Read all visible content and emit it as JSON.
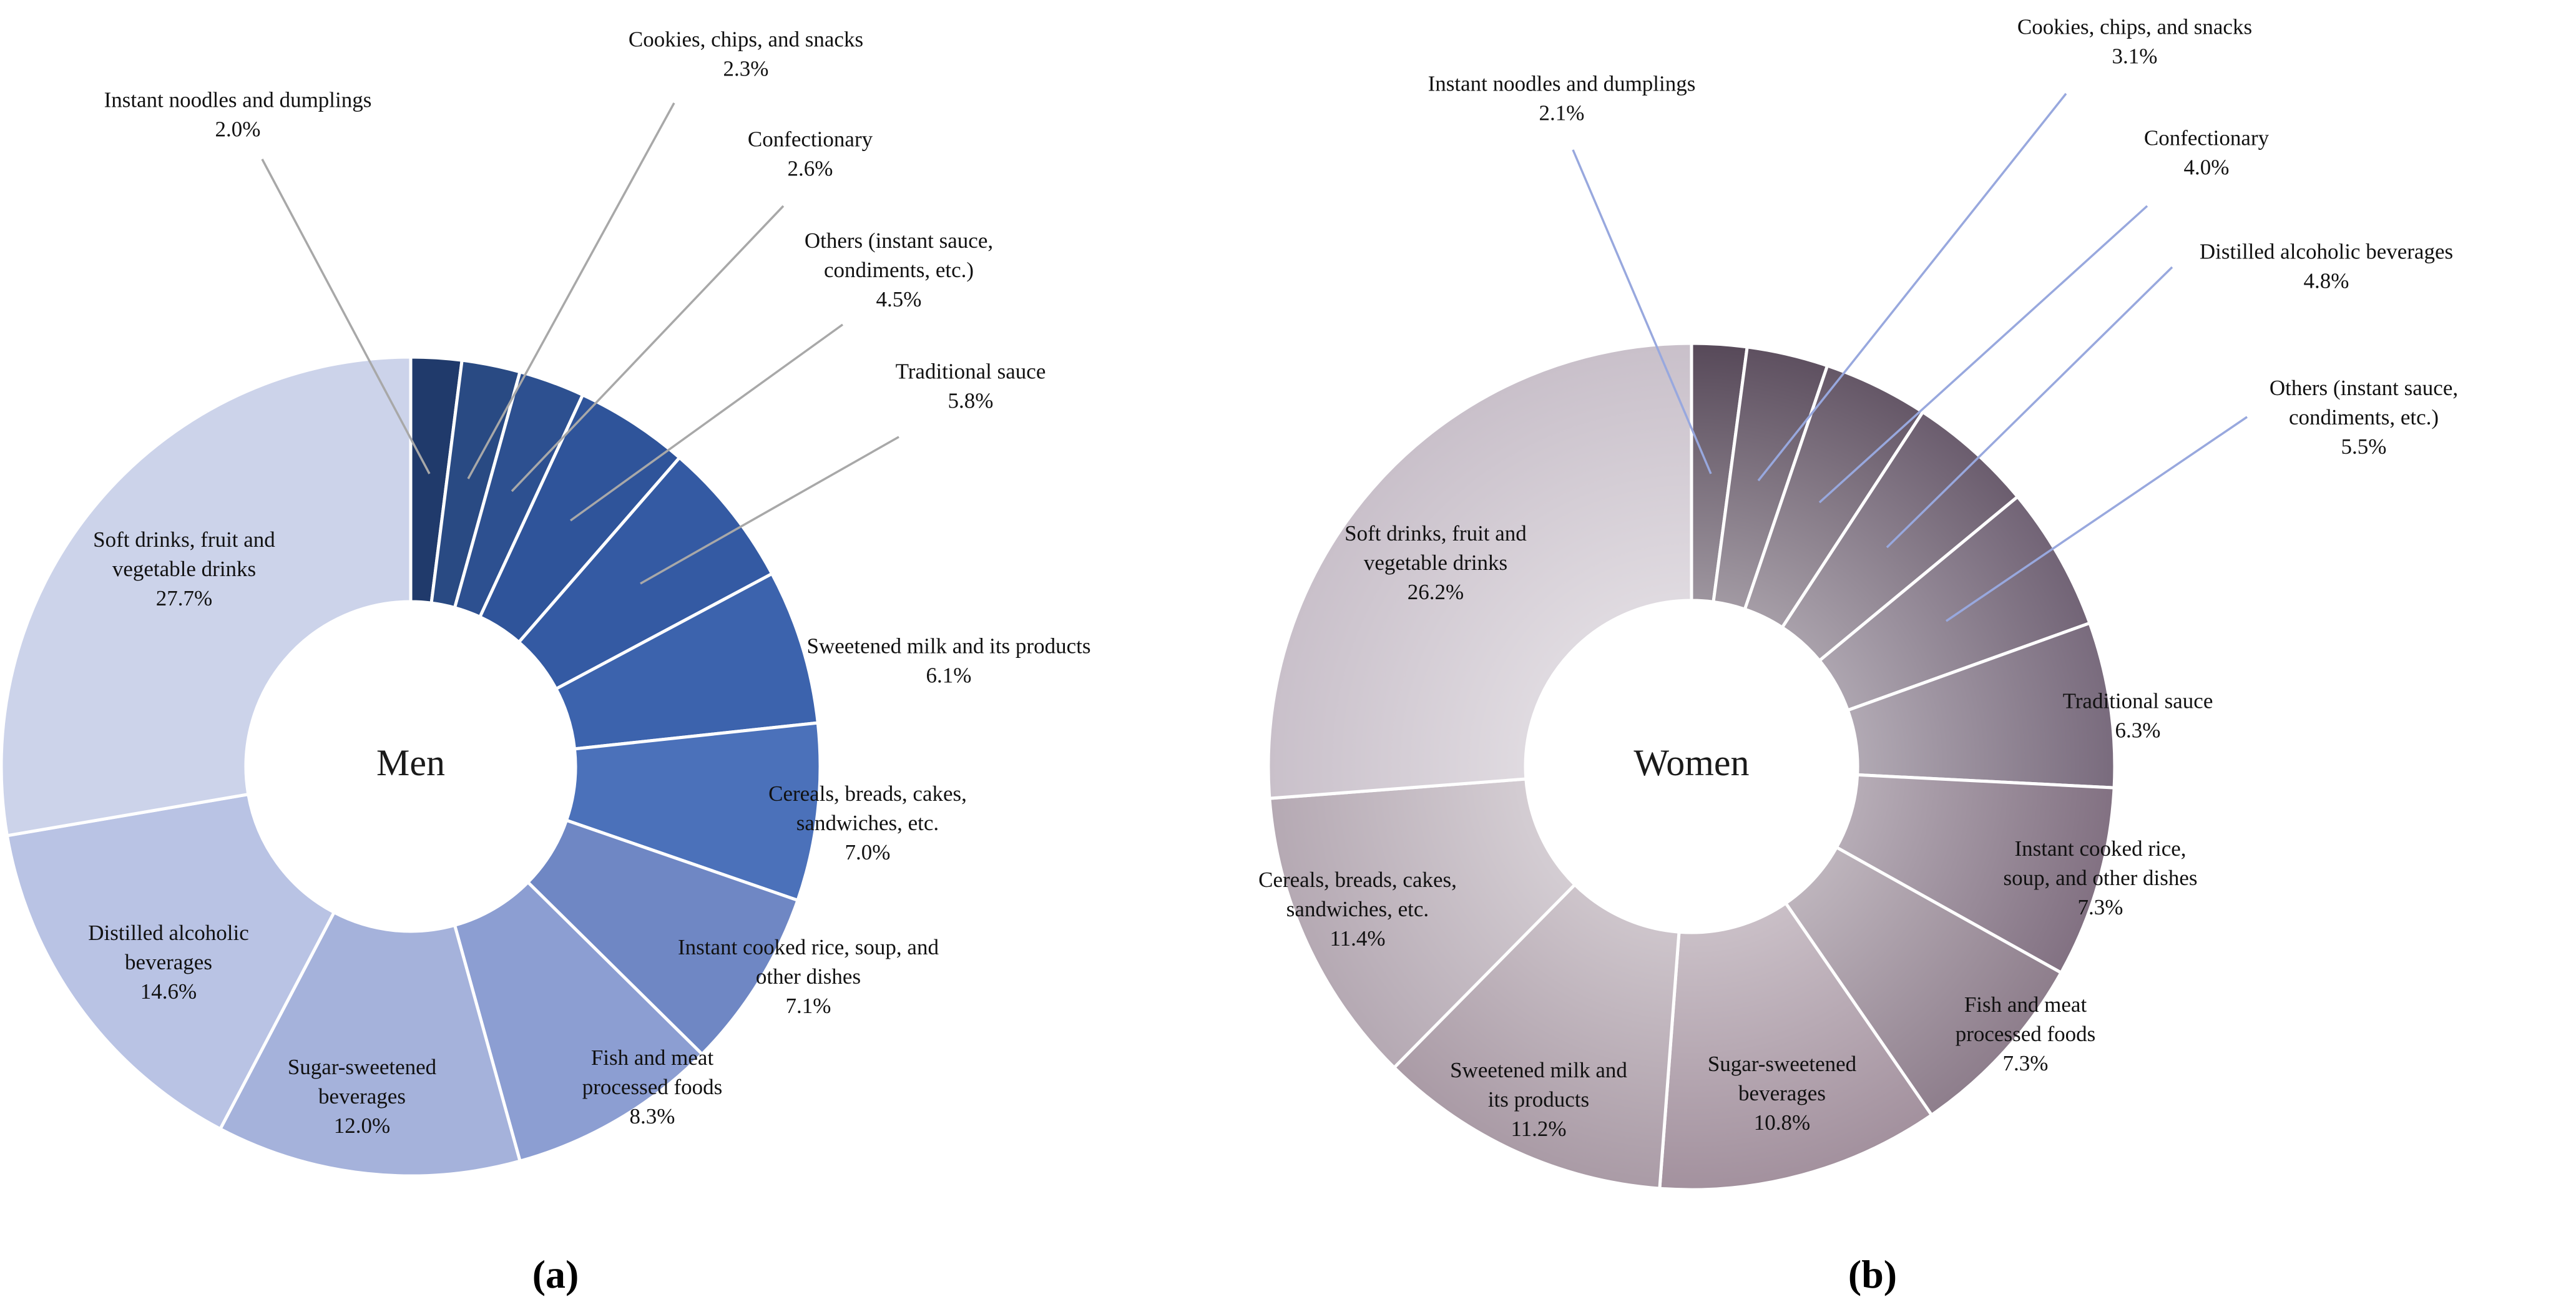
{
  "figure": {
    "background": "#ffffff",
    "panel_a_label": "(a)",
    "panel_b_label": "(b)"
  },
  "chart_data": [
    {
      "type": "pie",
      "variant": "donut",
      "panel": "(a)",
      "center_label": "Men",
      "rotation": "clockwise from 12 o'clock",
      "legend_position": "none",
      "categories": [
        "Instant noodles and dumplings",
        "Cookies, chips, and snacks",
        "Confectionary",
        "Others (instant sauce, condiments, etc.)",
        "Traditional sauce",
        "Sweetened milk and its products",
        "Cereals, breads, cakes, sandwiches, etc.",
        "Instant cooked rice, soup, and other dishes",
        "Fish and meat processed foods",
        "Sugar-sweetened beverages",
        "Distilled alcoholic beverages",
        "Soft drinks, fruit and vegetable drinks"
      ],
      "values": [
        2.0,
        2.3,
        2.6,
        4.5,
        5.8,
        6.1,
        7.0,
        7.1,
        8.3,
        12.0,
        14.6,
        27.7
      ],
      "percent_labels": [
        "2.0%",
        "2.3%",
        "2.6%",
        "4.5%",
        "5.8%",
        "6.1%",
        "7.0%",
        "7.1%",
        "8.3%",
        "12.0%",
        "14.6%",
        "27.7%"
      ],
      "label_lines": [
        [
          "Instant noodles and dumplings"
        ],
        [
          "Cookies, chips, and snacks"
        ],
        [
          "Confectionary"
        ],
        [
          "Others (instant sauce,",
          "condiments, etc.)"
        ],
        [
          "Traditional sauce"
        ],
        [
          "Sweetened milk and its products"
        ],
        [
          "Cereals, breads, cakes,",
          "sandwiches, etc."
        ],
        [
          "Instant cooked rice, soup, and",
          "other dishes"
        ],
        [
          "Fish and meat",
          "processed foods"
        ],
        [
          "Sugar-sweetened",
          "beverages"
        ],
        [
          "Distilled alcoholic",
          "beverages"
        ],
        [
          "Soft drinks, fruit and",
          "vegetable drinks"
        ]
      ],
      "colors": [
        "#203a6b",
        "#294a83",
        "#2d5090",
        "#2f549a",
        "#345aa3",
        "#3c63ad",
        "#4b71ba",
        "#6f87c4",
        "#8c9ed2",
        "#a5b2db",
        "#b9c3e4",
        "#ccd3ea"
      ],
      "leader_line_color": "#a8a8a8",
      "text_color": "#111111"
    },
    {
      "type": "pie",
      "variant": "donut",
      "panel": "(b)",
      "center_label": "Women",
      "rotation": "clockwise from 12 o'clock",
      "legend_position": "none",
      "categories": [
        "Instant noodles and dumplings",
        "Cookies, chips, and snacks",
        "Confectionary",
        "Distilled alcoholic beverages",
        "Others (instant sauce, condiments, etc.)",
        "Traditional sauce",
        "Instant cooked rice, soup, and other dishes",
        "Fish and meat processed foods",
        "Sugar-sweetened beverages",
        "Sweetened milk and its products",
        "Cereals, breads, cakes, sandwiches, etc.",
        "Soft drinks, fruit and vegetable drinks"
      ],
      "values": [
        2.1,
        3.1,
        4.0,
        4.8,
        5.5,
        6.3,
        7.3,
        7.3,
        10.8,
        11.2,
        11.4,
        26.2
      ],
      "percent_labels": [
        "2.1%",
        "3.1%",
        "4.0%",
        "4.8%",
        "5.5%",
        "6.3%",
        "7.3%",
        "7.3%",
        "10.8%",
        "11.2%",
        "11.4%",
        "26.2%"
      ],
      "label_lines": [
        [
          "Instant noodles and dumplings"
        ],
        [
          "Cookies, chips, and snacks"
        ],
        [
          "Confectionary"
        ],
        [
          "Distilled alcoholic beverages"
        ],
        [
          "Others (instant sauce,",
          "condiments, etc.)"
        ],
        [
          "Traditional sauce"
        ],
        [
          "Instant cooked rice,",
          "soup, and other dishes"
        ],
        [
          "Fish and meat",
          "processed foods"
        ],
        [
          "Sugar-sweetened",
          "beverages"
        ],
        [
          "Sweetened milk and",
          "its products"
        ],
        [
          "Cereals, breads, cakes,",
          "sandwiches, etc."
        ],
        [
          "Soft drinks, fruit and",
          "vegetable drinks"
        ]
      ],
      "colors": [
        "#574959",
        "#5e5060",
        "#655767",
        "#6b5d6e",
        "#726476",
        "#796b7d",
        "#827182",
        "#8e7e8c",
        "#a3919e",
        "#aa9ba6",
        "#b5a9b3",
        "#c9c0ca"
      ],
      "leader_line_color": "#98a8de",
      "text_color": "#111111"
    }
  ]
}
